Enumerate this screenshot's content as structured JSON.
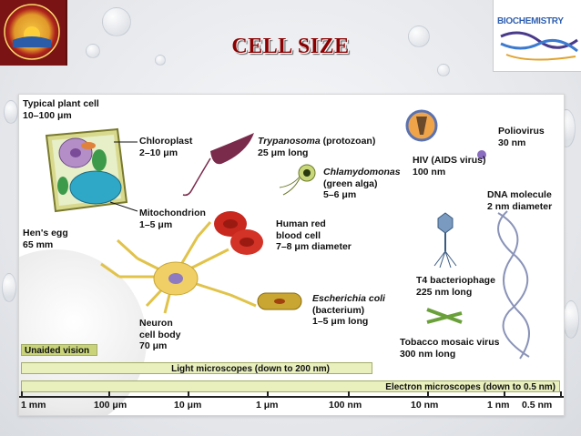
{
  "slide": {
    "title": "CELL SIZE",
    "logo_right_text": "BIOCHEMISTRY"
  },
  "labels": {
    "plant_cell": [
      "Typical plant cell",
      "10–100 μm"
    ],
    "chloroplast": [
      "Chloroplast",
      "2–10 μm"
    ],
    "mitochondrion": [
      "Mitochondrion",
      "1–5 μm"
    ],
    "hens_egg": [
      "Hen's egg",
      "65 mm"
    ],
    "trypanosoma_name": "Trypanosoma",
    "trypanosoma_rest": " (protozoan)",
    "trypanosoma_size": "25 μm long",
    "chlamydomonas_name": "Chlamydomonas",
    "chlamydomonas_rest": [
      "(green alga)",
      "5–6 μm"
    ],
    "red_blood_cell": [
      "Human red",
      "blood cell",
      "7–8 μm diameter"
    ],
    "neuron": [
      "Neuron",
      "cell body",
      "70 μm"
    ],
    "ecoli_name": "Escherichia coli",
    "ecoli_rest": [
      "(bacterium)",
      "1–5 μm long"
    ],
    "hiv": [
      "HIV (AIDS virus)",
      "100 nm"
    ],
    "poliovirus": [
      "Poliovirus",
      "30 nm"
    ],
    "dna": [
      "DNA molecule",
      "2 nm diameter"
    ],
    "t4": [
      "T4 bacteriophage",
      "225 nm long"
    ],
    "tmv": [
      "Tobacco mosaic virus",
      "300 nm long"
    ]
  },
  "bars": {
    "unaided": "Unaided vision",
    "light": "Light microscopes (down to 200 nm)",
    "electron": "Electron microscopes (down to 0.5 nm)"
  },
  "scale_ticks": [
    "1 mm",
    "100 μm",
    "10 μm",
    "1 μm",
    "100 nm",
    "10 nm",
    "1 nm",
    "0.5 nm"
  ],
  "colors": {
    "title": "#8b0000",
    "bar_fill": "#e9efbd",
    "bar_border": "#a4ad68"
  }
}
